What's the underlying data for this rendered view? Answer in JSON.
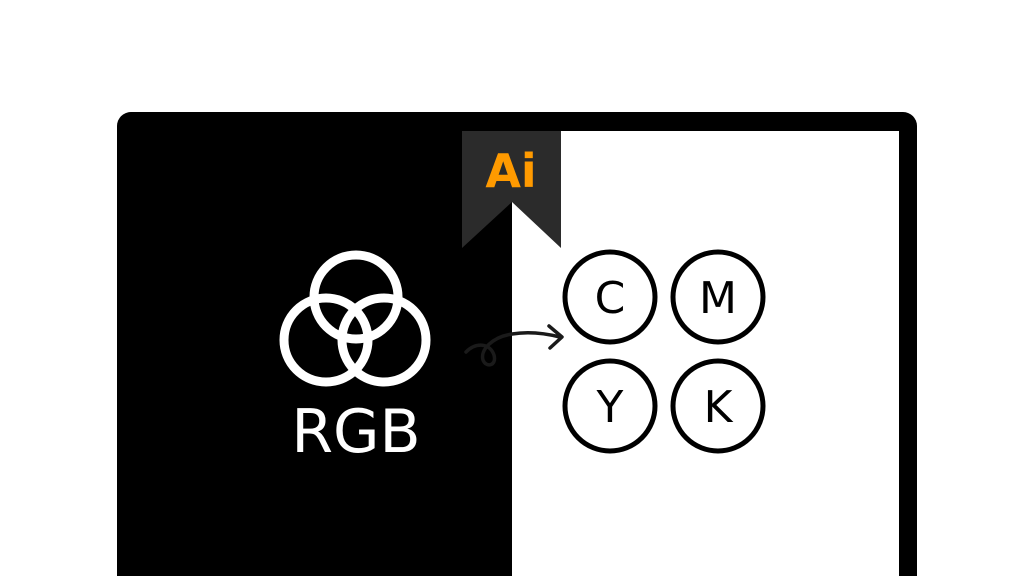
{
  "badge": {
    "label": "Ai",
    "text_color": "#ff9a00",
    "bg_color": "#2b2b2b",
    "icon": "adobe-illustrator-icon"
  },
  "rgb": {
    "label": "RGB",
    "icon": "three-overlapping-circles-icon",
    "color": "#ffffff"
  },
  "arrow": {
    "icon": "looped-arrow-icon"
  },
  "cmyk": {
    "letters": [
      "C",
      "M",
      "Y",
      "K"
    ],
    "color": "#000000"
  },
  "colors": {
    "monitor_frame": "#000000",
    "left_panel": "#000000",
    "right_panel": "#ffffff",
    "page_bg": "#ffffff"
  }
}
